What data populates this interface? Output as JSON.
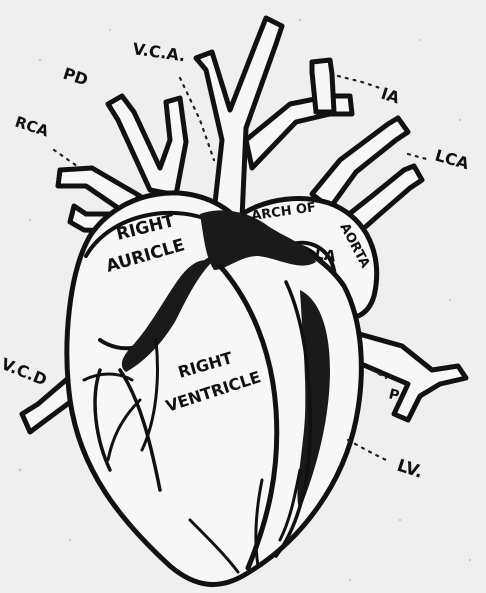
{
  "diagram": {
    "labels": {
      "pd": "PD",
      "vca": "V.C.A.",
      "rca": "RCA",
      "ia": "IA",
      "lca": "LCA",
      "right_auricle_1": "RIGHT",
      "right_auricle_2": "AURICLE",
      "arch_of_aorta_1": "ARCH OF",
      "arch_of_aorta_2": "AORTA",
      "la": "LA",
      "right_ventricle_1": "RIGHT",
      "right_ventricle_2": "VENTRICLE",
      "vcd": "V.C.D",
      "p": "P",
      "lv": "LV."
    },
    "colors": {
      "ink": "#111111",
      "paper": "#efefef",
      "shade": "#1a1a1a"
    }
  }
}
